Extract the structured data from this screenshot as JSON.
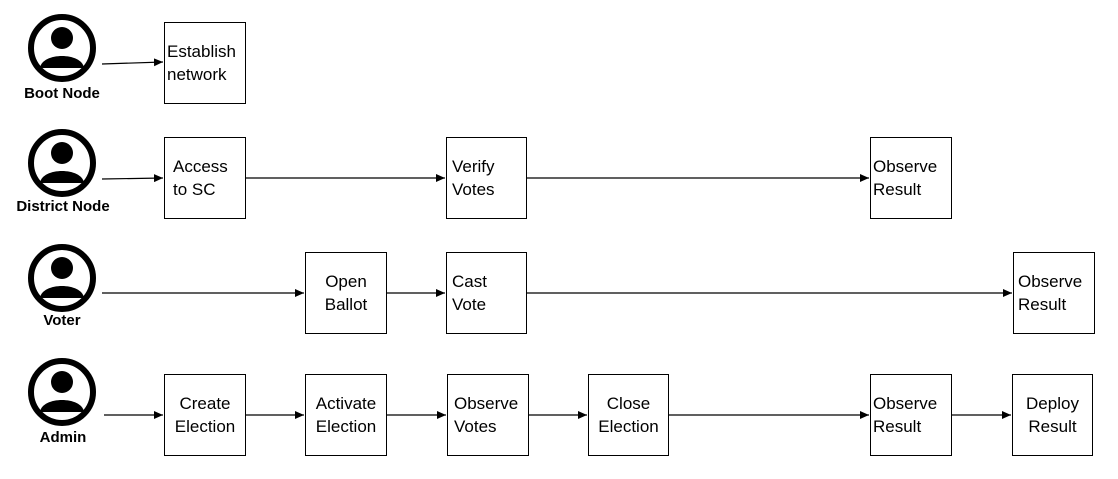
{
  "actors": [
    {
      "id": "boot",
      "label": "Boot Node",
      "icon": "user-icon"
    },
    {
      "id": "district",
      "label": "District Node",
      "icon": "user-icon"
    },
    {
      "id": "voter",
      "label": "Voter",
      "icon": "user-icon"
    },
    {
      "id": "admin",
      "label": "Admin",
      "icon": "user-icon"
    }
  ],
  "boxes": {
    "establish": [
      "Establish",
      "network"
    ],
    "access": [
      "Access",
      "to SC"
    ],
    "verify": [
      "Verify",
      "Votes"
    ],
    "district_observe": [
      "Observe",
      "Result"
    ],
    "open": [
      "Open",
      "Ballot"
    ],
    "cast": [
      "Cast",
      "Vote"
    ],
    "voter_observe": [
      "Observe",
      "Result"
    ],
    "create": [
      "Create",
      "Election"
    ],
    "activate": [
      "Activate",
      "Election"
    ],
    "observe_votes": [
      "Observe",
      "Votes"
    ],
    "close": [
      "Close",
      "Election"
    ],
    "admin_observe": [
      "Observe",
      "Result"
    ],
    "deploy": [
      "Deploy",
      "Result"
    ]
  },
  "colors": {
    "stroke": "#000000",
    "icon_fill": "#000000",
    "background": "#ffffff"
  }
}
